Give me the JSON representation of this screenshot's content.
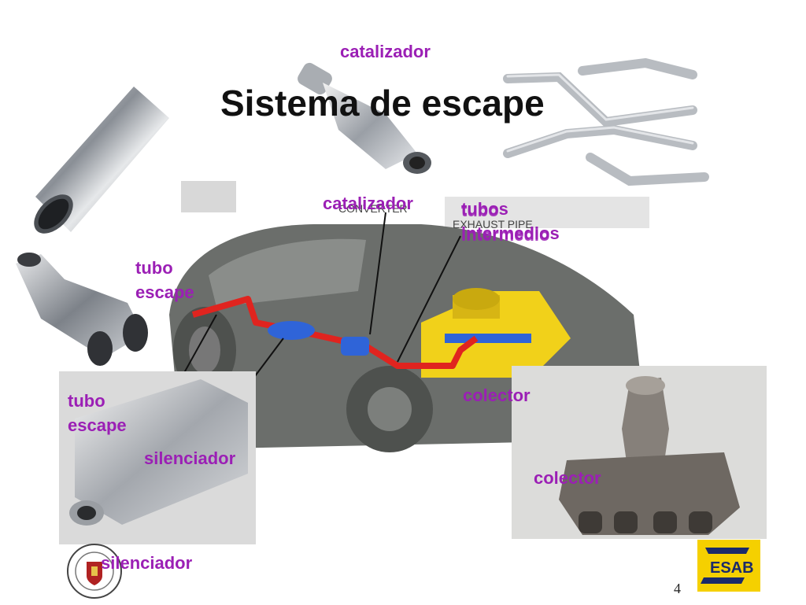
{
  "slide": {
    "title": "Sistema de escape",
    "page_number": "4"
  },
  "labels": {
    "catalizador_top": "catalizador",
    "catalizador_mid": "catalizador",
    "tubos_intermedios": "tubos\nintermedios",
    "tubo_intermedio": "tubo\nintermedio",
    "tubo_escape_1": "tubo\nescape",
    "tubo_escape_2": "tubo\nescape",
    "colector_1": "colector",
    "colector_2": "colector",
    "silenciador_1": "silenciador",
    "silenciador_2": "silenciador"
  },
  "diagram_text": {
    "converter": "CONVERTER",
    "exhaust_pipe": "EXHAUST PIPE"
  },
  "logo": {
    "brand": "ESAB"
  },
  "colors": {
    "label": "#9b1fb5",
    "pipe_red": "#e0241f",
    "muffler_blue": "#2f64d8",
    "engine_yellow": "#f1d11a",
    "car_body": "#6b6e6b",
    "logo_yellow": "#f5d000"
  }
}
